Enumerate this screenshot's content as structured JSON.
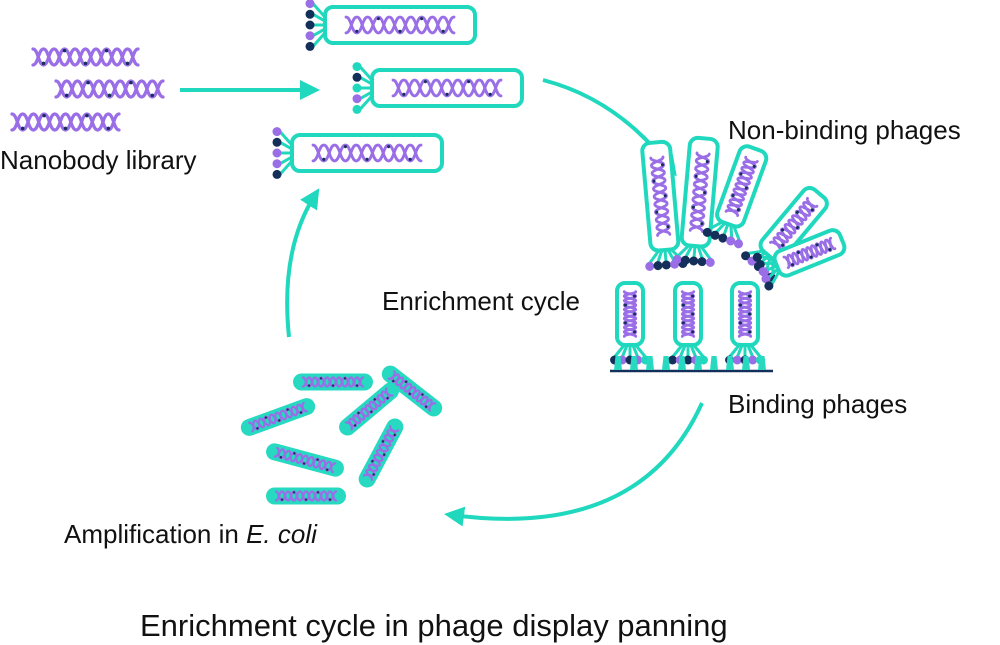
{
  "title": "Enrichment cycle in phage display panning",
  "colors": {
    "phage_outline": "#1fd8bd",
    "dna_strand": "#9a6ee6",
    "dna_dark": "#14305a",
    "arrow": "#1fd8bd",
    "ecoli_fill": "#26d9c0",
    "surface_line": "#14305a",
    "text": "#111111"
  },
  "labels": {
    "library": "Nanobody library",
    "non_binding": "Non-binding phages",
    "enrichment": "Enrichment cycle",
    "binding": "Binding phages",
    "amplification_prefix": "Amplification in ",
    "amplification_organism": "E. coli"
  },
  "stages": [
    {
      "name": "nanobody-library",
      "label": "Nanobody library"
    },
    {
      "name": "phage-library",
      "label": ""
    },
    {
      "name": "panning",
      "label": "Enrichment cycle"
    },
    {
      "name": "amplification",
      "label": "Amplification in E. coli"
    }
  ]
}
